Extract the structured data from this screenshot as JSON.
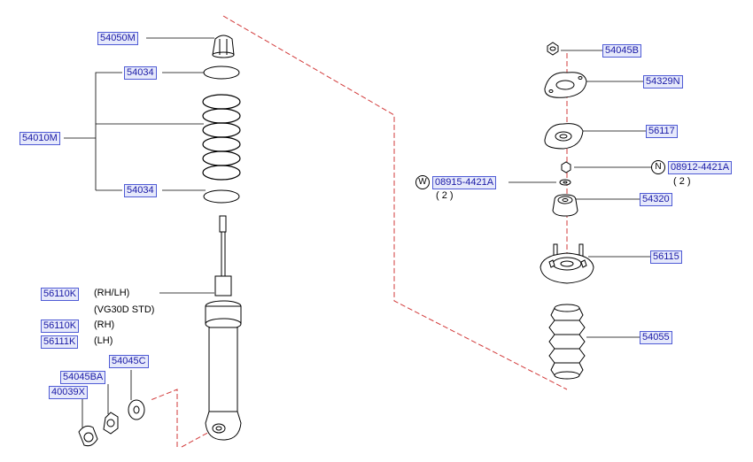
{
  "parts": {
    "p54050M": "54050M",
    "p54034_top": "54034",
    "p54010M": "54010M",
    "p54034_bottom": "54034",
    "p56110K_a": "56110K",
    "p56110K_b": "56110K",
    "p56111K": "56111K",
    "p54045C": "54045C",
    "p54045BA": "54045BA",
    "p40039X": "40039X",
    "p54045B": "54045B",
    "p54329N": "54329N",
    "p56117": "56117",
    "p08912": "08912-4421A",
    "p08915": "08915-4421A",
    "p54320": "54320",
    "p56115": "56115",
    "p54055": "54055"
  },
  "notes": {
    "rhlh": "(RH/LH)",
    "vg30d": "(VG30D   STD)",
    "rh": "(RH)",
    "lh": "(LH)",
    "qty_n": "( 2 )",
    "qty_w": "( 2 )",
    "badge_w": "W",
    "badge_n": "N"
  },
  "colors": {
    "label_text": "#1a1aa6",
    "label_fill": "#e6e9fb",
    "label_border": "#4f5bd5",
    "phantom_line": "#d23a3a"
  }
}
